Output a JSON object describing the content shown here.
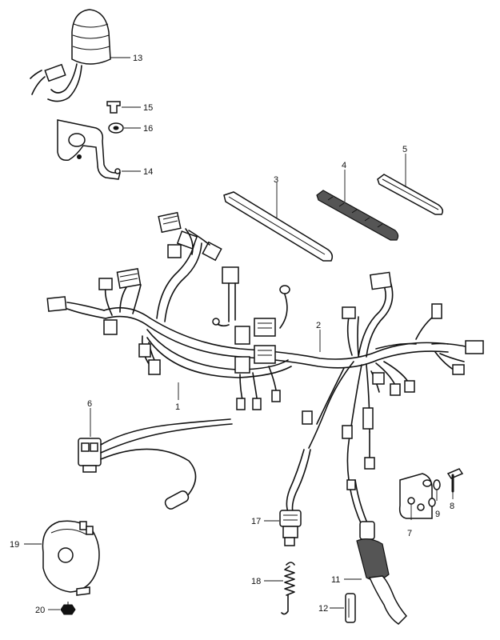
{
  "callouts": [
    {
      "id": "c1",
      "text": "1"
    },
    {
      "id": "c2",
      "text": "2"
    },
    {
      "id": "c3",
      "text": "3"
    },
    {
      "id": "c4",
      "text": "4"
    },
    {
      "id": "c5",
      "text": "5"
    },
    {
      "id": "c6",
      "text": "6"
    },
    {
      "id": "c7",
      "text": "7"
    },
    {
      "id": "c8",
      "text": "8"
    },
    {
      "id": "c9",
      "text": "9"
    },
    {
      "id": "c11",
      "text": "11"
    },
    {
      "id": "c12",
      "text": "12"
    },
    {
      "id": "c13",
      "text": "13"
    },
    {
      "id": "c14",
      "text": "14"
    },
    {
      "id": "c15",
      "text": "15"
    },
    {
      "id": "c16",
      "text": "16"
    },
    {
      "id": "c17",
      "text": "17"
    },
    {
      "id": "c18",
      "text": "18"
    },
    {
      "id": "c19",
      "text": "19"
    },
    {
      "id": "c20",
      "text": "20"
    }
  ]
}
